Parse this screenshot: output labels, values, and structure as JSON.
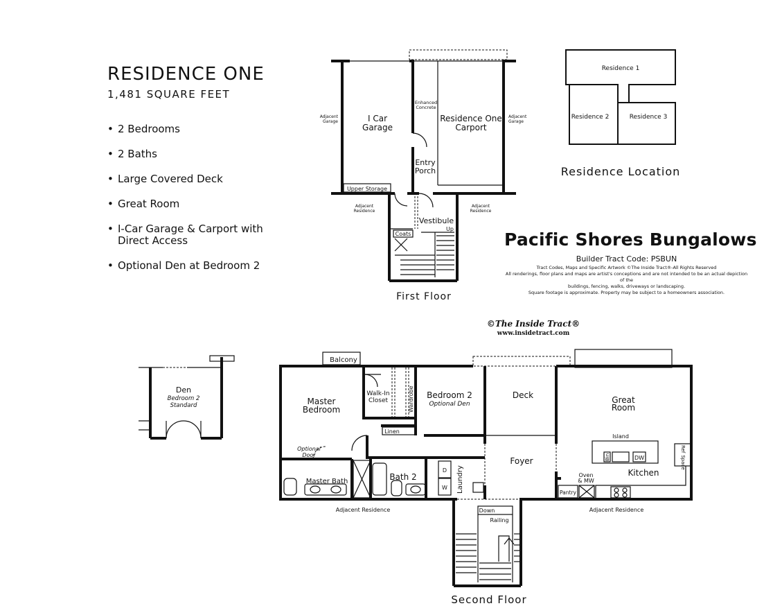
{
  "residence": {
    "title": "RESIDENCE ONE",
    "sqft": "1,481 SQUARE FEET",
    "features": [
      "2 Bedrooms",
      "2 Baths",
      "Large Covered Deck",
      "Great Room",
      "I-Car Garage & Carport with",
      "Direct Access",
      "Optional Den at Bedroom 2"
    ]
  },
  "brand": {
    "name": "Pacific Shores Bungalows",
    "tract_code": "Builder Tract Code: PSBUN",
    "legal": [
      "Tract Codes, Maps and Specific Artwork ©The Inside Tract®-All Rights Reserved",
      "All renderings, floor plans and maps are artist's conceptions and are not intended to be an actual depiction of the",
      "buildings, fencing, walks, driveways or landscaping.",
      "Square footage is approximate. Property may be subject to a homeowners association."
    ],
    "copyright": "©The Inside Tract®",
    "url": "www.insidetract.com"
  },
  "location": {
    "caption": "Residence Location",
    "units": [
      "Residence 1",
      "Residence 2",
      "Residence 3"
    ]
  },
  "first_floor": {
    "caption": "First Floor",
    "labels": {
      "adj_garage": [
        "Adjacent",
        "Garage"
      ],
      "garage": [
        "I Car",
        "Garage"
      ],
      "enhanced": [
        "Enhanced",
        "Concrete"
      ],
      "carport": [
        "Residence One",
        "Carport"
      ],
      "entry": [
        "Entry",
        "Porch"
      ],
      "upper_storage": "Upper Storage",
      "adj_residence": [
        "Adjacent",
        "Residence"
      ],
      "vestibule": "Vestibule",
      "up": "Up",
      "coats": "Coats"
    }
  },
  "den": {
    "labels": [
      "Den",
      "Bedroom 2",
      "Standard"
    ]
  },
  "second_floor": {
    "caption": "Second Floor",
    "labels": {
      "balcony": "Balcony",
      "walkin": [
        "Walk-In",
        "Closet"
      ],
      "wardrobe": "Wardrobe",
      "master": [
        "Master",
        "Bedroom"
      ],
      "bedroom2": "Bedroom 2",
      "optional_den": "Optional Den",
      "deck": "Deck",
      "great_room": [
        "Great",
        "Room"
      ],
      "island": "Island",
      "bin": "Bin",
      "dw": "DW",
      "ref_space": [
        "Ref",
        "Space"
      ],
      "linen": "Linen",
      "optional_door": [
        "Optional",
        "Door"
      ],
      "master_bath": "Master Bath",
      "bath2": "Bath 2",
      "d": "D",
      "w": "W",
      "laundry": "Laundry",
      "foyer": "Foyer",
      "oven": [
        "Oven",
        "& MW"
      ],
      "kitchen": "Kitchen",
      "pantry": "Pantry",
      "adj_residence": "Adjacent Residence",
      "down": "Down",
      "railing": "Railing"
    }
  }
}
